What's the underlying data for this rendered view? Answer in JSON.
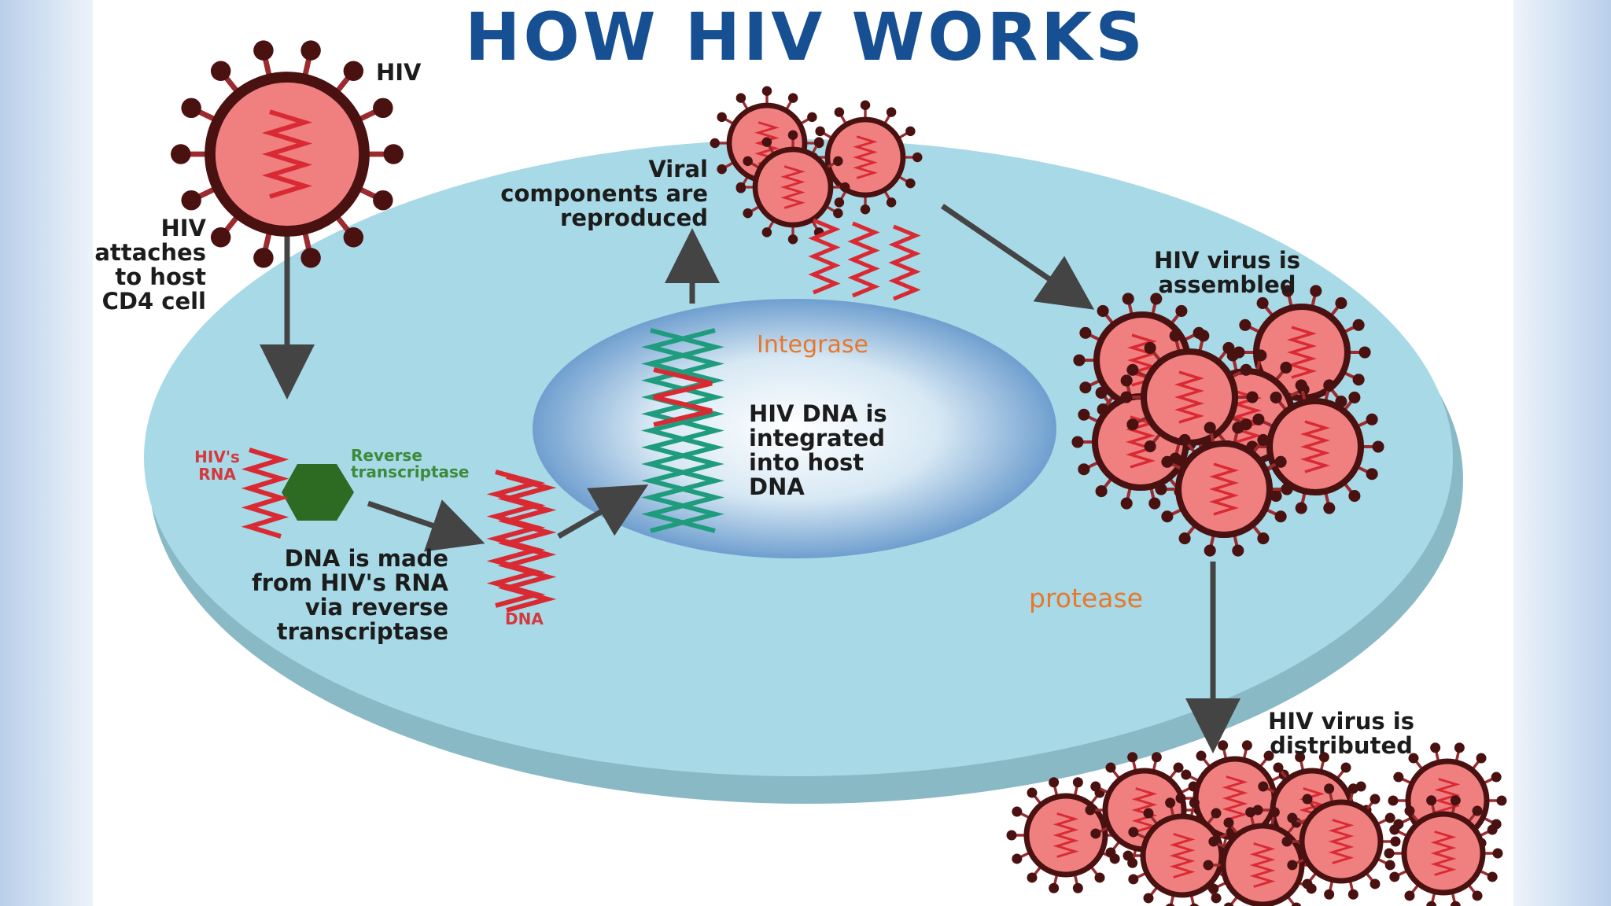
{
  "diagram": {
    "title": "HOW HIV WORKS",
    "labels": {
      "hiv": "HIV",
      "attaches": [
        "HIV",
        "attaches",
        "to host",
        "CD4 cell"
      ],
      "hiv_rna": [
        "HIV's",
        "RNA"
      ],
      "reverse_transcriptase": [
        "Reverse",
        "transcriptase"
      ],
      "dna_made": [
        "DNA is made",
        "from HIV's RNA",
        "via reverse",
        "transcriptase"
      ],
      "dna": "DNA",
      "integrated": [
        "HIV DNA is",
        "integrated",
        "into host",
        "DNA"
      ],
      "viral_components": [
        "Viral",
        "components are",
        "reproduced"
      ],
      "assembled": [
        "HIV virus is",
        "assembled"
      ],
      "distributed": [
        "HIV virus is",
        "distributed"
      ]
    },
    "annotations": {
      "integrase": "Integrase",
      "protease": "protease"
    }
  },
  "colors": {
    "title": "#174f93",
    "cell": "#a8d9e6",
    "cell_shadow": "#8ab9c6",
    "nucleus": "#7aa7d4",
    "virus_fill": "#f07f80",
    "virus_ring": "#4a1111",
    "spike": "#9b2b2e",
    "rna": "#d92a33",
    "host_dna": "#1f9c7d",
    "enzyme": "#2e6b22",
    "arrow": "#444444",
    "annotation": "#e8772c"
  }
}
